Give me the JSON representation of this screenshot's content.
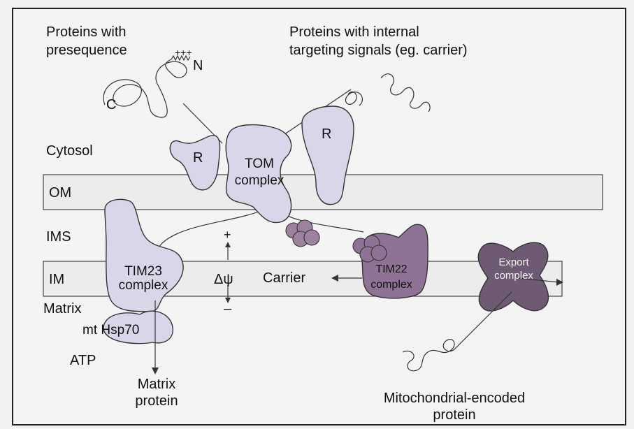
{
  "labels": {
    "presequence_proteins": [
      "Proteins with",
      "presequence"
    ],
    "internal_signal_proteins": [
      "Proteins with internal",
      "targeting signals (eg. carrier)"
    ],
    "n_terminus": "N",
    "c_terminus": "C",
    "presequence_charges": "+++",
    "cytosol": "Cytosol",
    "om": "OM",
    "ims": "IMS",
    "im": "IM",
    "matrix": "Matrix",
    "receptor_left": "R",
    "receptor_right": "R",
    "tom_complex": [
      "TOM",
      "complex"
    ],
    "tim23_complex": [
      "TIM23",
      "complex"
    ],
    "tim22_complex": [
      "TIM22",
      "complex"
    ],
    "export_complex": [
      "Export",
      "complex"
    ],
    "mt_hsp70": "mt Hsp70",
    "atp": "ATP",
    "membrane_potential": "Δψ",
    "plus_sign": "+",
    "minus_sign": "–",
    "carrier": "Carrier",
    "matrix_protein": [
      "Matrix",
      "protein"
    ],
    "mito_encoded_protein": [
      "Mitochondrial-encoded",
      "protein"
    ]
  },
  "colors": {
    "light_protein": "#d9d6ea",
    "tim22_purple": "#8f7396",
    "export_purple": "#6f5a74",
    "membrane": "#ebebeb",
    "outline": "#333333"
  }
}
